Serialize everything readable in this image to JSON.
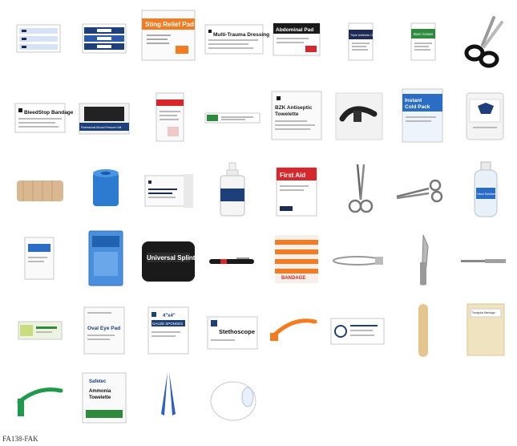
{
  "product_code": "FA138-FAK",
  "labels": {
    "sting_relief": "Sting Relief Pad",
    "multi_trauma": "Multi-Trauma Dressing",
    "abdominal_pad": "Abdominal Pad",
    "triple_antibiotic": "Triple Antibiotic Ointment",
    "burn_cream": "Burn Cream",
    "bleedstop": "BleedStop Bandage",
    "pressure_unit": "Professional Wound Pressure Unit",
    "bzk_1": "BZK Antiseptic",
    "bzk_2": "Towelette",
    "cold_pack_1": "Instant",
    "cold_pack_2": "Cold Pack",
    "first_aid": "First Aid",
    "universal_splint": "Universal Splint",
    "oval_eye_pad": "Oval Eye Pad",
    "gauze_1": "4\"x4\"",
    "gauze_2": "GAUZE SPONGES",
    "stethoscope": "Stethoscope",
    "safetec": "Safetec",
    "ammonia_1": "Ammonia",
    "ammonia_2": "Towelette",
    "triangular": "Triangular Bandage",
    "bandage_brand": "BANDAGE",
    "hand_sanitizer": "Hand Sanitizer"
  },
  "colors": {
    "orange": "#f47b20",
    "green_strip": "#2e8b3e",
    "blue_bandage": "#2d7bd0",
    "navy": "#1d2b55",
    "red": "#d7262c",
    "black_pack": "#1a1a1a",
    "tan": "#d9b88f",
    "airway_green": "#1f9a4a"
  },
  "items": [
    "bandage-strips-1",
    "bandage-strips-2",
    "sting-relief-pad",
    "multi-trauma-dressing",
    "abdominal-pad",
    "triple-antibiotic-ointment",
    "burn-cream",
    "trauma-shears",
    "bleedstop-bandage",
    "wound-pressure-unit",
    "burn-dressing",
    "butterfly-closures",
    "bzk-towelette",
    "tourniquet",
    "instant-cold-pack",
    "gauze-bag",
    "elastic-bandage",
    "blue-cohesive-wrap",
    "pressure-bandage",
    "eye-wash",
    "first-aid-guide",
    "hemostat",
    "forceps",
    "hand-sanitizer",
    "cpr-mask",
    "blue-pack",
    "universal-splint",
    "penlight",
    "fabric-bandages",
    "safety-pin",
    "scalpel",
    "scalpel-handle",
    "sterile-strip",
    "oval-eye-pad",
    "gauze-sponges",
    "stethoscope",
    "oral-airway-orange",
    "sutures",
    "tongue-depressor",
    "triangular-bandage",
    "oral-airway-green",
    "ammonia-towelette",
    "tweezers",
    "tape-roll"
  ]
}
